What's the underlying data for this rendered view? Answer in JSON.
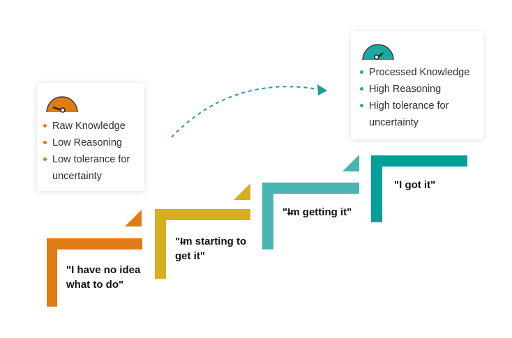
{
  "colors": {
    "orange": "#E07A12",
    "yellow": "#D6AE1E",
    "teal_light": "#47B5B0",
    "teal_dark": "#00A09A",
    "arrow": "#1A9E96"
  },
  "left_card": {
    "gauge_icon": "gauge-low-icon",
    "items": [
      {
        "label": "Raw Knowledge"
      },
      {
        "label": "Low Reasoning"
      },
      {
        "label": "Low tolerance for uncertainty"
      }
    ]
  },
  "right_card": {
    "gauge_icon": "gauge-high-icon",
    "items": [
      {
        "label": "Processed Knowledge"
      },
      {
        "label": "High Reasoning"
      },
      {
        "label": "High tolerance for uncertainty"
      }
    ]
  },
  "steps": [
    {
      "quote": "\"I have no idea what to do\""
    },
    {
      "quote": "\"I̶m starting to get it\""
    },
    {
      "quote": "\"I̶m getting it\""
    },
    {
      "quote": "\"I got it\""
    }
  ],
  "arrow_icon": "dashed-curved-arrow-icon"
}
